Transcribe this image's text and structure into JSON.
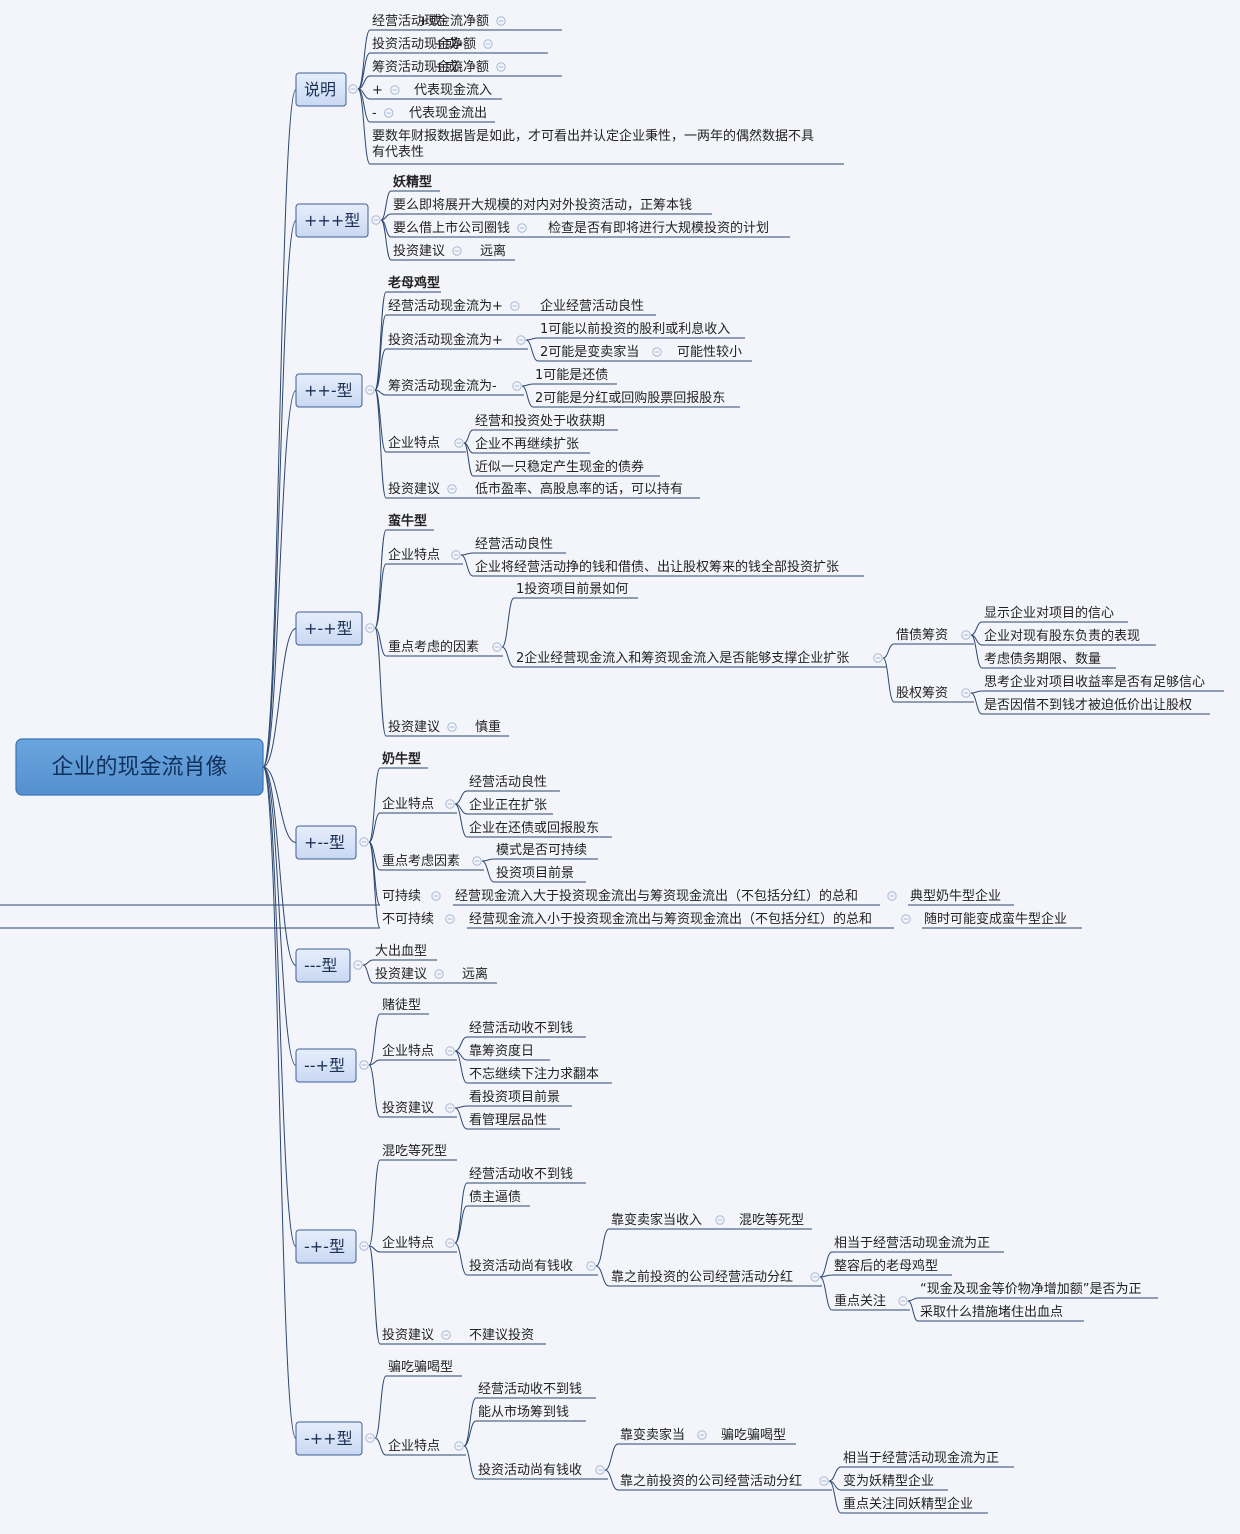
{
  "root": "企业的现金流肖像",
  "categories": [
    {
      "id": "shuoming",
      "label": "说明",
      "items": [
        {
          "text": "经营活动现金流净额",
          "note": "+或-"
        },
        {
          "text": "投资活动现金净额",
          "note": "+或-"
        },
        {
          "text": "筹资活动现金流净额",
          "note": "+或-"
        },
        {
          "text": "+",
          "note": "代表现金流入"
        },
        {
          "text": "-",
          "note": "代表现金流出"
        },
        {
          "text": "要数年财报数据皆是如此，才可看出并认定企业秉性，一两年的偶然数据不具",
          "text2": "有代表性"
        }
      ]
    },
    {
      "id": "ppp",
      "label": "+++型",
      "title": "妖精型",
      "items": [
        {
          "text": "要么即将展开大规模的对内对外投资活动，正筹本钱"
        },
        {
          "text": "要么借上市公司圈钱",
          "note": "检查是否有即将进行大规模投资的计划"
        },
        {
          "text": "投资建议",
          "note": "远离"
        }
      ]
    },
    {
      "id": "ppm",
      "label": "++-型",
      "title": "老母鸡型",
      "items": [
        {
          "text": "经营活动现金流为+",
          "note": "企业经营活动良性"
        },
        {
          "text": "投资活动现金流为+",
          "children": [
            "1可能以前投资的股利或利息收入",
            {
              "text": "2可能是变卖家当",
              "note": "可能性较小"
            }
          ]
        },
        {
          "text": "筹资活动现金流为-",
          "children": [
            "1可能是还债",
            "2可能是分红或回购股票回报股东"
          ]
        },
        {
          "text": "企业特点",
          "children": [
            "经营和投资处于收获期",
            "企业不再继续扩张",
            "近似一只稳定产生现金的债券"
          ]
        },
        {
          "text": "投资建议",
          "note": "低市盈率、高股息率的话，可以持有"
        }
      ]
    },
    {
      "id": "pmp",
      "label": "+-+型",
      "title": "蛮牛型",
      "items": [
        {
          "text": "企业特点",
          "children": [
            "经营活动良性",
            "企业将经营活动挣的钱和借债、出让股权筹来的钱全部投资扩张"
          ]
        },
        {
          "text": "重点考虑的因素",
          "children": [
            "1投资项目前景如何",
            {
              "text": "2企业经营现金流入和筹资现金流入是否能够支撑企业扩张",
              "children": [
                {
                  "text": "借债筹资",
                  "children": [
                    "显示企业对项目的信心",
                    "企业对现有股东负责的表现",
                    "考虑债务期限、数量"
                  ]
                },
                {
                  "text": "股权筹资",
                  "children": [
                    "思考企业对项目收益率是否有足够信心",
                    "是否因借不到钱才被迫低价出让股权"
                  ]
                }
              ]
            }
          ]
        },
        {
          "text": "投资建议",
          "note": "慎重"
        }
      ]
    },
    {
      "id": "pmm",
      "label": "+--型",
      "title": "奶牛型",
      "items": [
        {
          "text": "企业特点",
          "children": [
            "经营活动良性",
            "企业正在扩张",
            "企业在还债或回报股东"
          ]
        },
        {
          "text": "重点考虑因素",
          "children": [
            "模式是否可持续",
            "投资项目前景"
          ]
        },
        {
          "text": "可持续",
          "note": "经营现金流入大于投资现金流出与筹资现金流出（不包括分红）的总和",
          "note2": "典型奶牛型企业"
        },
        {
          "text": "不可持续",
          "note": "经营现金流入小于投资现金流出与筹资现金流出（不包括分红）的总和",
          "note2": "随时可能变成蛮牛型企业"
        }
      ]
    },
    {
      "id": "mmm",
      "label": "---型",
      "title": "大出血型",
      "items": [
        {
          "text": "投资建议",
          "note": "远离"
        }
      ]
    },
    {
      "id": "mmp",
      "label": "--+型",
      "title": "赌徒型",
      "items": [
        {
          "text": "企业特点",
          "children": [
            "经营活动收不到钱",
            "靠筹资度日",
            "不忘继续下注力求翻本"
          ]
        },
        {
          "text": "投资建议",
          "children": [
            "看投资项目前景",
            "看管理层品性"
          ]
        }
      ]
    },
    {
      "id": "mpm",
      "label": "-+-型",
      "title": "混吃等死型",
      "items": [
        {
          "text": "企业特点",
          "children": [
            "经营活动收不到钱",
            "债主逼债",
            {
              "text": "投资活动尚有钱收",
              "children": [
                {
                  "text": "靠变卖家当收入",
                  "note": "混吃等死型"
                },
                {
                  "text": "靠之前投资的公司经营活动分红",
                  "children": [
                    "相当于经营活动现金流为正",
                    "整容后的老母鸡型",
                    {
                      "text": "重点关注",
                      "children": [
                        "“现金及现金等价物净增加额”是否为正",
                        "采取什么措施堵住出血点"
                      ]
                    }
                  ]
                }
              ]
            }
          ]
        },
        {
          "text": "投资建议",
          "note": "不建议投资"
        }
      ]
    },
    {
      "id": "mpp",
      "label": "-++型",
      "title": "骗吃骗喝型",
      "items": [
        {
          "text": "企业特点",
          "children": [
            "经营活动收不到钱",
            "能从市场筹到钱",
            {
              "text": "投资活动尚有钱收",
              "children": [
                {
                  "text": "靠变卖家当",
                  "note": "骗吃骗喝型"
                },
                {
                  "text": "靠之前投资的公司经营活动分红",
                  "children": [
                    "相当于经营活动现金流为正",
                    "变为妖精型企业",
                    "重点关注同妖精型企业"
                  ]
                }
              ]
            }
          ]
        }
      ]
    }
  ],
  "colors": {
    "line": "#2c4770",
    "box_fill": "#d9e4f7",
    "box_stroke": "#3f5f95",
    "root_fill": "#5f9bd7",
    "root_stroke": "#3a73b5",
    "toggle": "#a9b9d6"
  }
}
